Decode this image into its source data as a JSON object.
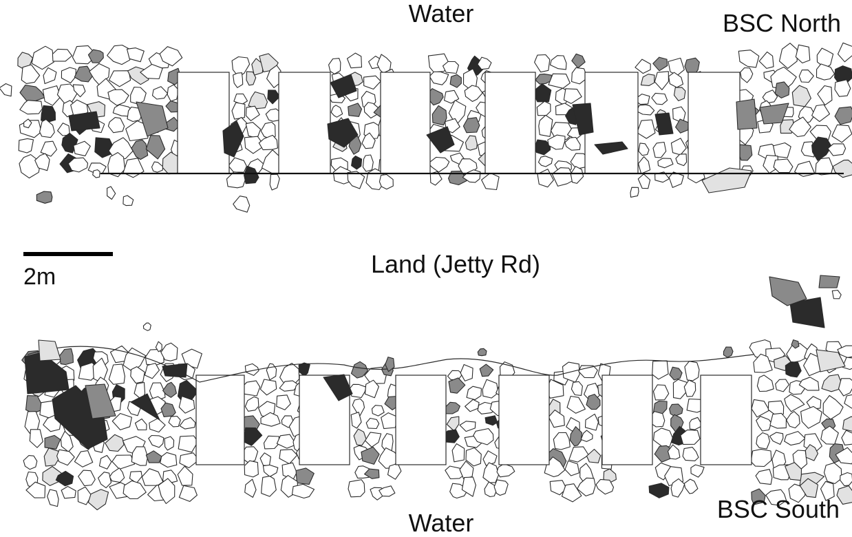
{
  "labels": {
    "water_top": "Water",
    "north_section": "BSC North",
    "land": "Land (Jetty Rd)",
    "scale": "2m",
    "south_section": "BSC South",
    "water_bottom": "Water"
  },
  "legend_colors": {
    "white": "#ffffff",
    "light_grey": "#e2e2e2",
    "mid_grey": "#8a8a8a",
    "dark": "#2b2b2b",
    "outline": "#2a2a2a"
  }
}
